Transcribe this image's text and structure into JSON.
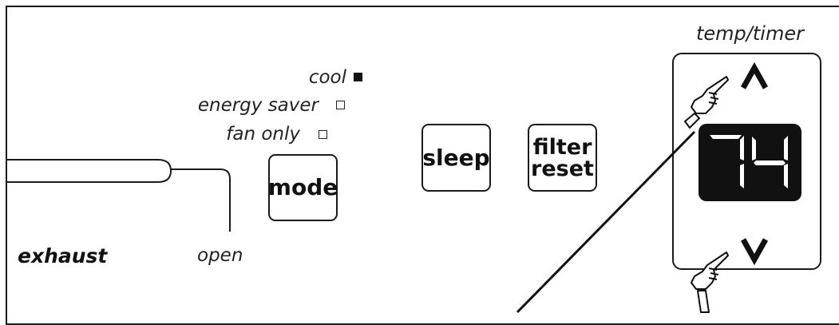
{
  "modes": [
    {
      "label": "cool",
      "active": true
    },
    {
      "label": "energy saver",
      "active": false
    },
    {
      "label": "fan only",
      "active": false
    }
  ],
  "buttons": {
    "mode": "mode",
    "sleep": "sleep",
    "filter_reset_line1": "filter",
    "filter_reset_line2": "reset"
  },
  "slider": {
    "left_label": "exhaust",
    "right_label": "open"
  },
  "temp_timer": {
    "label": "temp/timer",
    "up_symbol": "∧",
    "down_symbol": "∨",
    "display_value": "74"
  },
  "colors": {
    "ink": "#111111",
    "display_bg": "#111111",
    "display_digits": "#ffffff"
  },
  "icons": [
    "pointing-hand-icon",
    "pointing-hand-icon"
  ]
}
